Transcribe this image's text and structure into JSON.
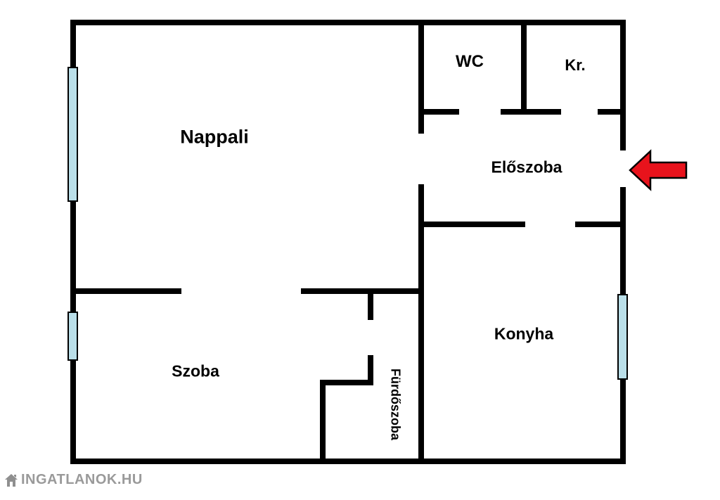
{
  "floorplan": {
    "rooms": {
      "nappali": "Nappali",
      "wc": "WC",
      "kr": "Kr.",
      "eloszoba": "Előszoba",
      "konyha": "Konyha",
      "szoba": "Szoba",
      "furdoszoba": "Fürdőszoba"
    },
    "colors": {
      "wall": "#000000",
      "window": "#badfe9",
      "arrow": "#e8131c",
      "background": "#ffffff"
    },
    "watermark": {
      "text": "INGATLANOK.HU"
    }
  }
}
